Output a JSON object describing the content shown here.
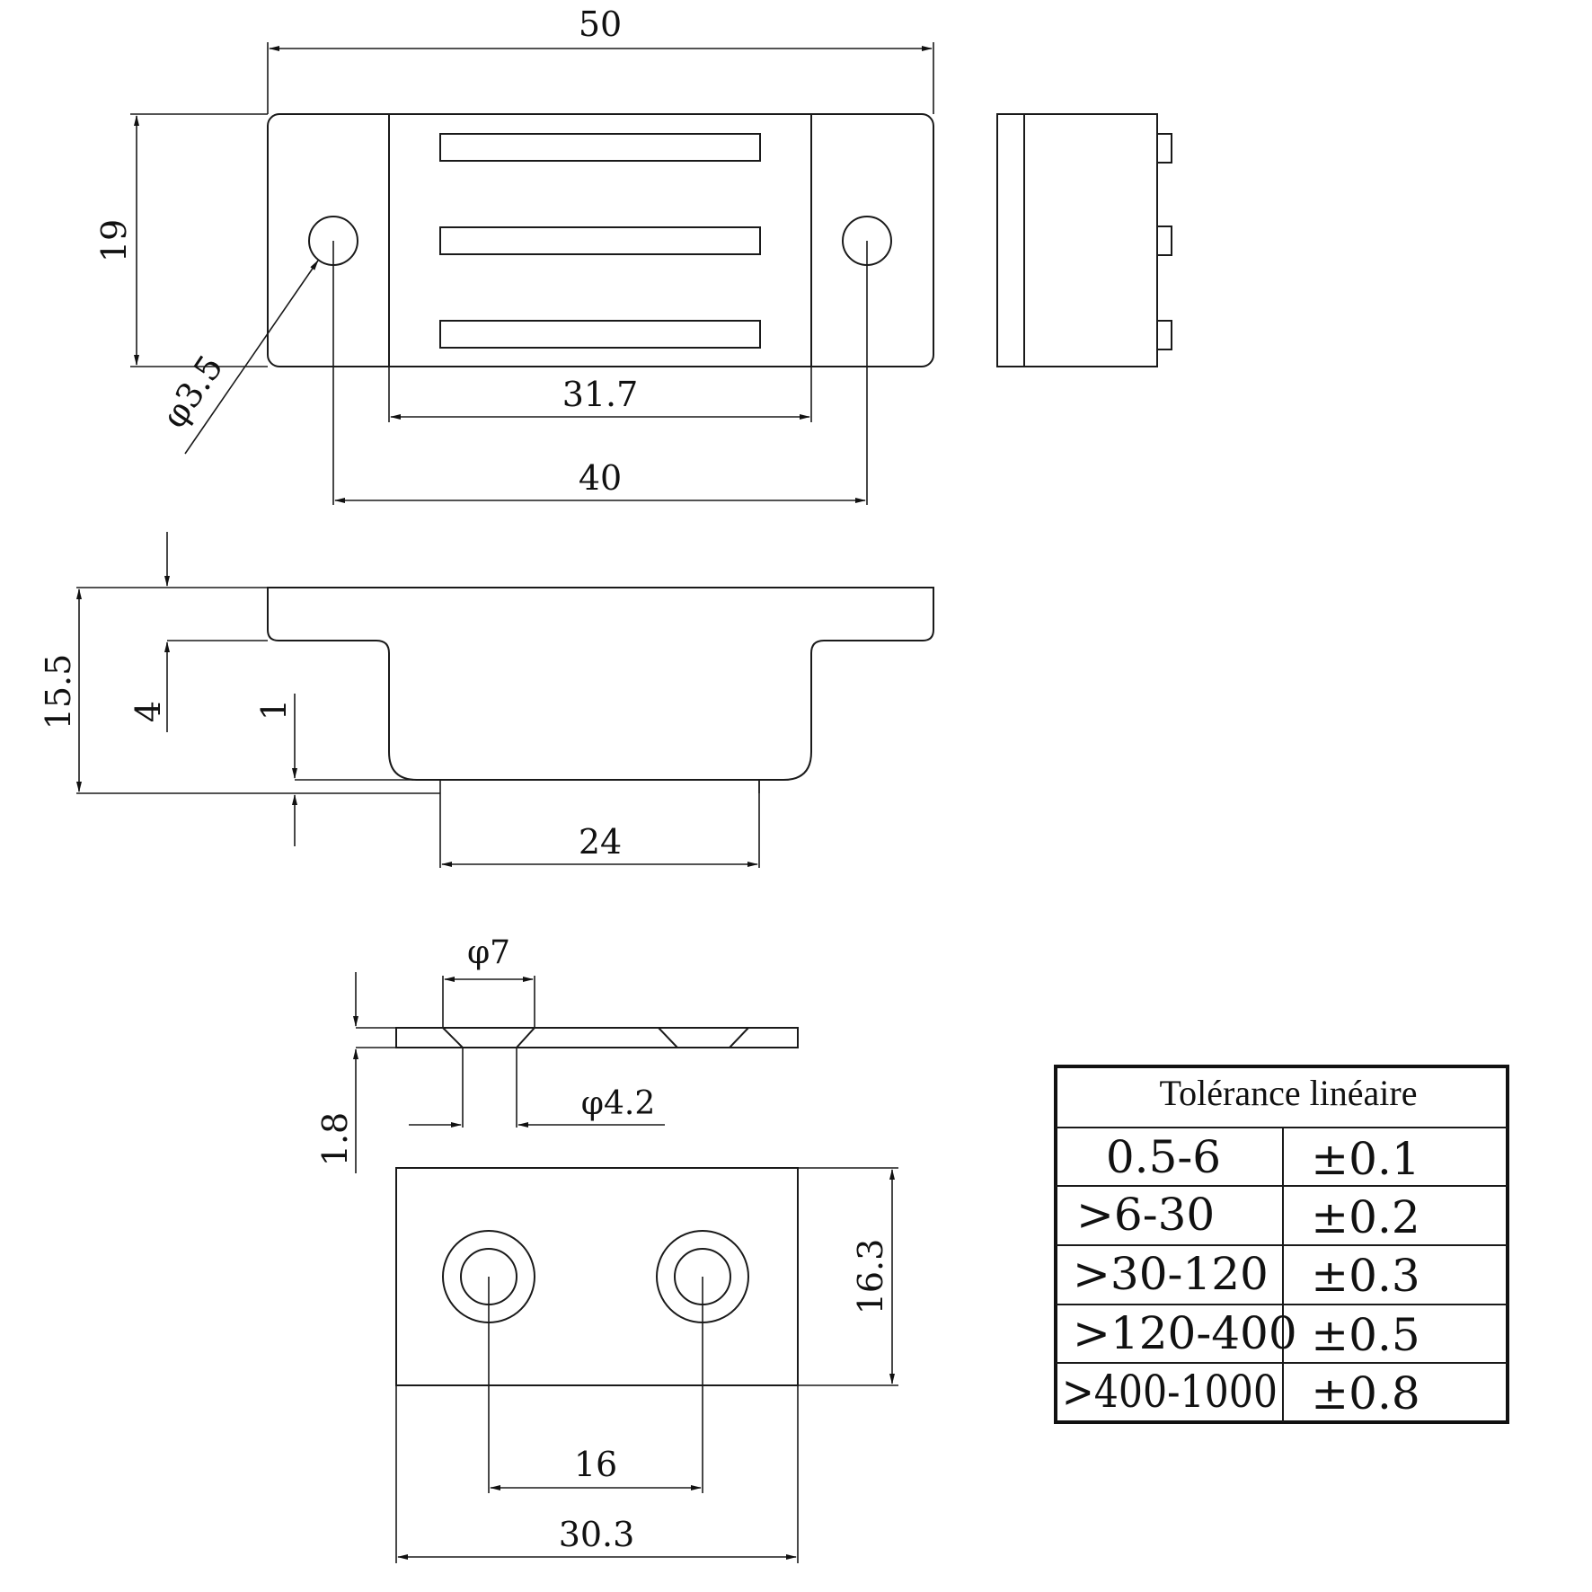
{
  "dimensions": {
    "top_width": "50",
    "top_height": "19",
    "hole_diameter": "φ3.5",
    "inner_width": "31.7",
    "hole_spacing": "40",
    "side_height": "15.5",
    "flange_thickness": "4",
    "base_offset": "1",
    "base_width": "24",
    "counterbore_diameter": "φ7",
    "through_hole_diameter": "φ4.2",
    "plate_thickness": "1.8",
    "plate_height": "16.3",
    "plate_hole_spacing": "16",
    "plate_width": "30.3"
  },
  "tolerance_table": {
    "title": "Tolérance linéaire",
    "rows": [
      {
        "range": "0.5-6",
        "tol": "±0.1"
      },
      {
        "range": ">6-30",
        "tol": "±0.2"
      },
      {
        "range": ">30-120",
        "tol": "±0.3"
      },
      {
        "range": ">120-400",
        "tol": "±0.5"
      },
      {
        "range": ">400-1000",
        "tol": "±0.8"
      }
    ]
  }
}
